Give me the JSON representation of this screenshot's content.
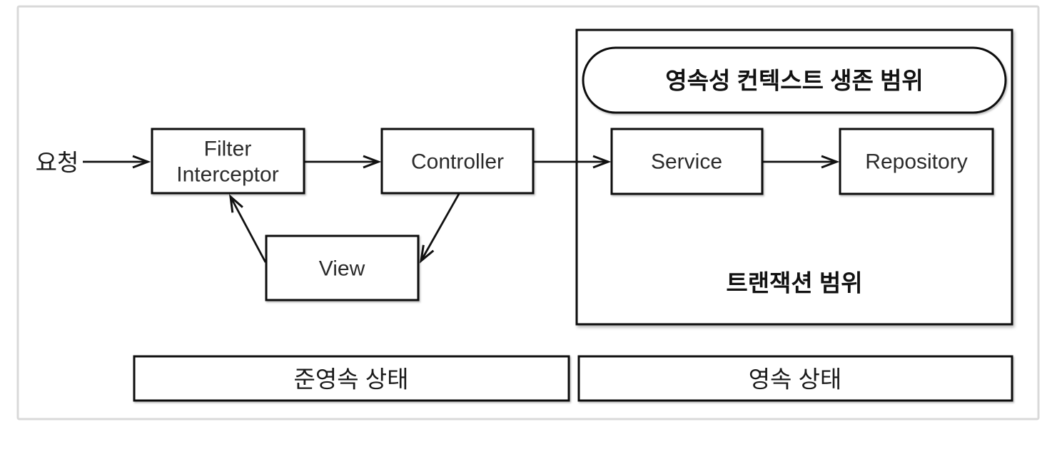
{
  "diagram": {
    "title": "Persistence context and transaction scope flow diagram",
    "request_label": "요청",
    "nodes": {
      "filter": {
        "label_line1": "Filter",
        "label_line2": "Interceptor"
      },
      "controller": {
        "label": "Controller"
      },
      "view": {
        "label": "View"
      },
      "service": {
        "label": "Service"
      },
      "repository": {
        "label": "Repository"
      }
    },
    "containers": {
      "persistence_context": {
        "label": "영속성 컨텍스트 생존 범위",
        "shape": "stadium"
      },
      "transaction_scope": {
        "label": "트랜잭션 범위",
        "shape": "rectangle"
      }
    },
    "state_bars": {
      "detached": {
        "label": "준영속 상태"
      },
      "persistent": {
        "label": "영속 상태"
      }
    },
    "edges": [
      {
        "from": "request",
        "to": "filter"
      },
      {
        "from": "filter",
        "to": "controller"
      },
      {
        "from": "controller",
        "to": "service"
      },
      {
        "from": "service",
        "to": "repository"
      },
      {
        "from": "controller",
        "to": "view"
      },
      {
        "from": "view",
        "to": "filter"
      }
    ],
    "colors": {
      "line": "#111111",
      "text": "#1a1a1a",
      "frame_border": "#d9d9d9",
      "background": "#ffffff"
    }
  }
}
